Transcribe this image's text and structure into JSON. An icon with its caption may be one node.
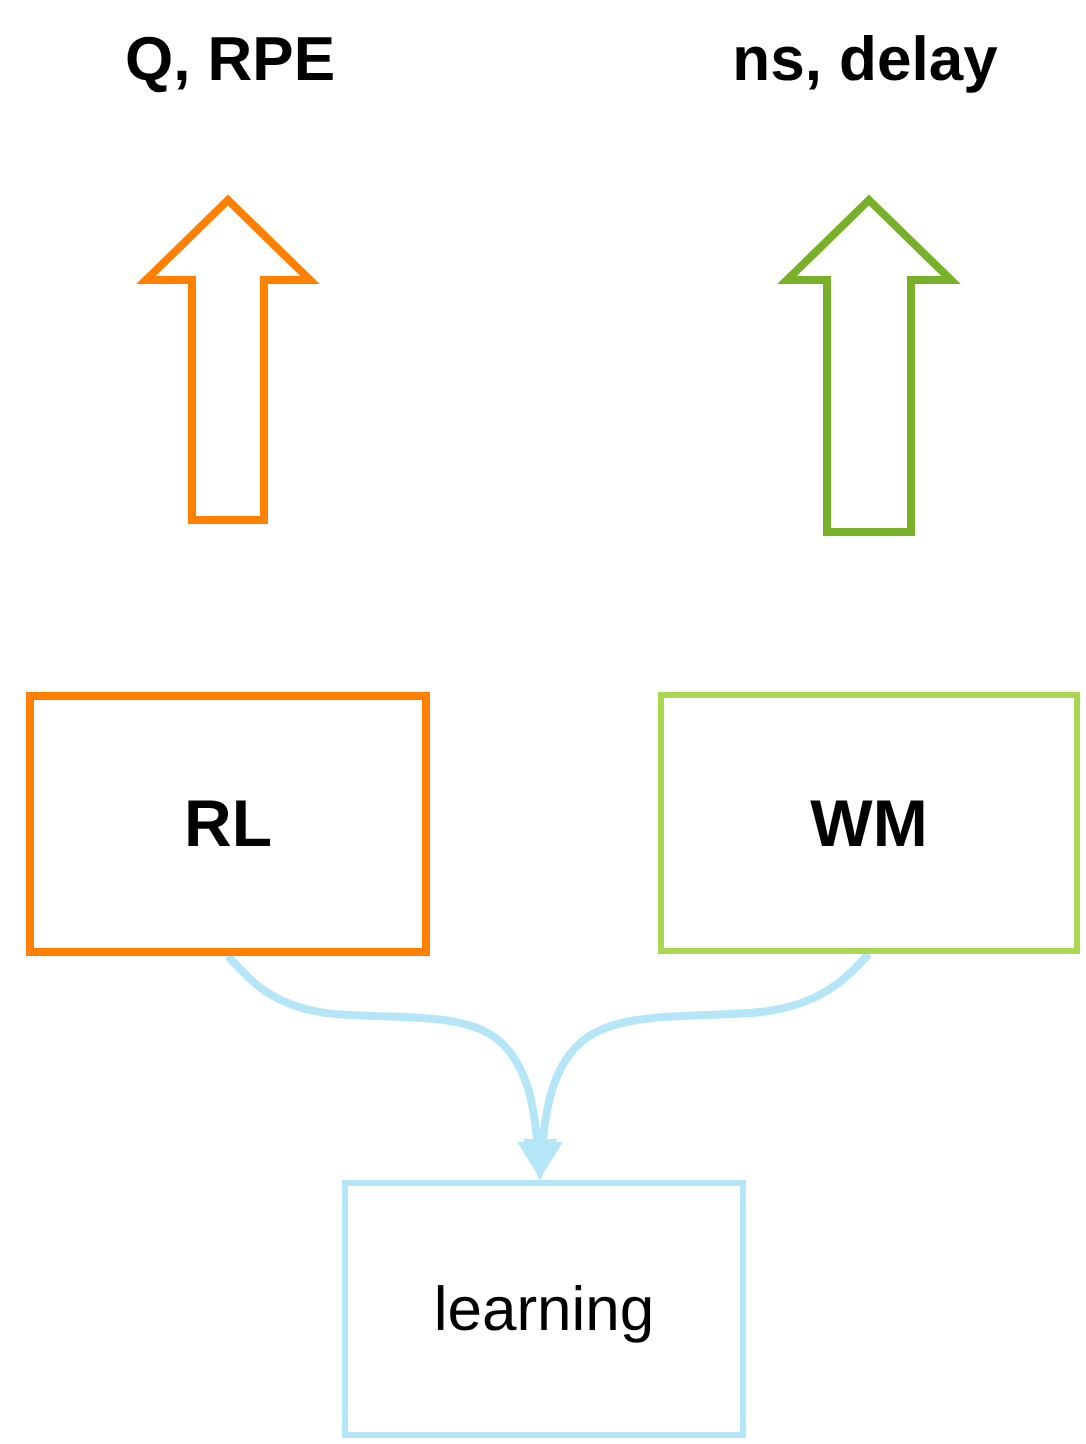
{
  "diagram": {
    "nodes": [
      {
        "text": [
          "Q, RPE"
        ]
      },
      {
        "text": [
          "ns, delay"
        ]
      },
      {
        "text": [
          "RL"
        ]
      },
      {
        "text": [
          "WM"
        ]
      },
      {
        "text": [
          "learning"
        ]
      }
    ],
    "edges": [
      {
        "from": 2,
        "to": 0,
        "arrow": "to",
        "style": "thick",
        "color": "#ff8000"
      },
      {
        "from": 3,
        "to": 1,
        "arrow": "to",
        "style": "thick",
        "color": "#78b02a"
      },
      {
        "from": 2,
        "to": 4,
        "arrow": "to",
        "color": "#b4e6f8"
      },
      {
        "from": 3,
        "to": 4,
        "arrow": "to",
        "color": "#b4e6f8"
      }
    ]
  }
}
